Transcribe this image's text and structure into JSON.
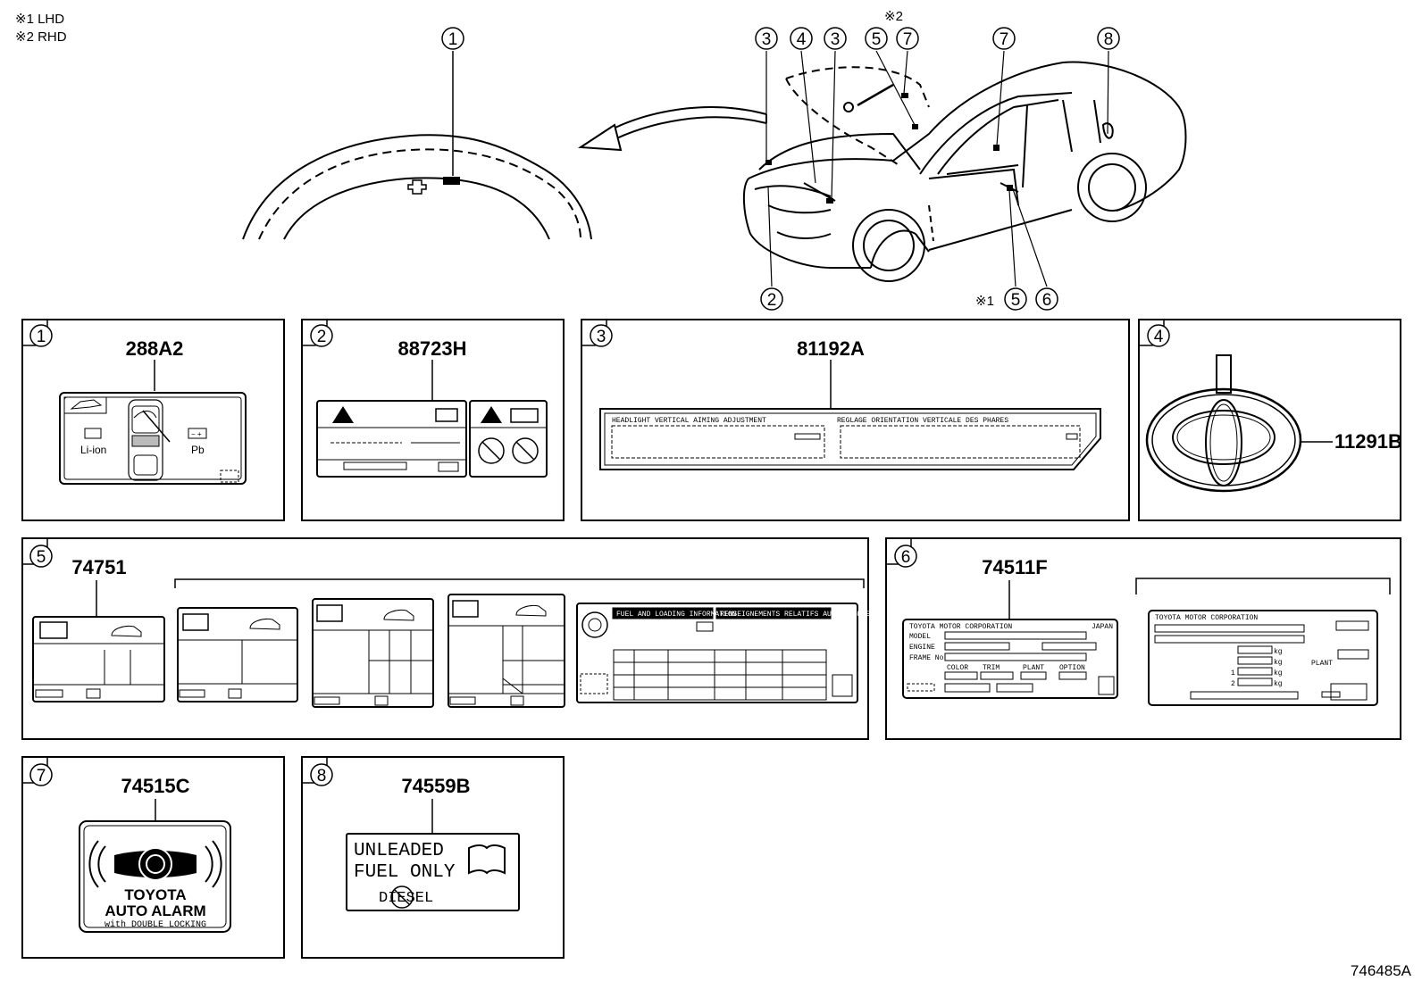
{
  "notes": [
    {
      "id": "1",
      "sym": "※1",
      "text": "LHD"
    },
    {
      "id": "2",
      "sym": "※2",
      "text": "RHD"
    }
  ],
  "drawing_code": "746485A",
  "callouts": {
    "c1": "1",
    "top": [
      "3",
      "4",
      "3",
      "5",
      "7",
      "7",
      "8"
    ],
    "top_note": "※2",
    "bottom": [
      "2",
      "5",
      "6"
    ],
    "bottom_note": "※1"
  },
  "panels": [
    {
      "num": "1",
      "part": "288A2",
      "labels": [
        "Li-ion",
        "Pb"
      ]
    },
    {
      "num": "2",
      "part": "88723H"
    },
    {
      "num": "3",
      "part": "81192A",
      "labels": [
        "HEADLIGHT VERTICAL AIMING ADJUSTMENT",
        "REGLAGE ORIENTATION VERTICALE DES PHARES"
      ]
    },
    {
      "num": "4",
      "part": "11291B"
    },
    {
      "num": "5",
      "part": "74751",
      "labels": [
        "FUEL AND LOADING INFORMATION",
        "RENSEIGNEMENTS RELATIFS AU CHARGEMENT"
      ]
    },
    {
      "num": "6",
      "part": "74511F",
      "labels": [
        "TOYOTA MOTOR CORPORATION",
        "JAPAN",
        "MODEL",
        "ENGINE",
        "FRAME No",
        "COLOR",
        "TRIM",
        "PLANT",
        "OPTION",
        "TOYOTA MOTOR CORPORATION",
        "kg",
        "kg",
        "kg",
        "kg",
        "1",
        "2",
        "PLANT"
      ]
    },
    {
      "num": "7",
      "part": "74515C",
      "labels": [
        "TOYOTA",
        "AUTO ALARM",
        "with DOUBLE LOCKING"
      ]
    },
    {
      "num": "8",
      "part": "74559B",
      "labels": [
        "UNLEADED",
        "FUEL ONLY",
        "DIESEL"
      ]
    }
  ]
}
